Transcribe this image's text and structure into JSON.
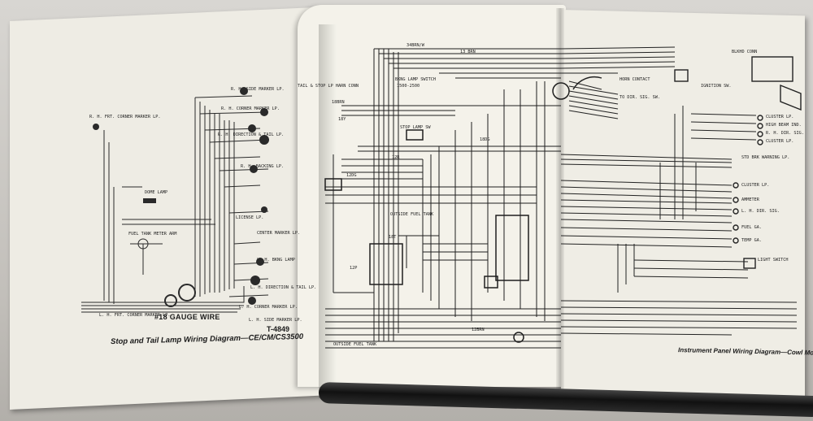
{
  "left_page": {
    "caption": "Stop and Tail Lamp Wiring Diagram—CE/CM/CS3500",
    "figure_number": "T-4849",
    "gauge_note": "#18 GAUGE WIRE",
    "labels": [
      "R. H. SIDE MARKER LP.",
      "R. H. FRT. CORNER MARKER LP.",
      "R. H. CORNER MARKER LP.",
      "R. H. DIRECTION & TAIL LP.",
      "DOME LAMP",
      "R. H. BACKING LP.",
      "FUEL TANK METER ARM",
      "LICENSE LP.",
      "CENTER MARKER LP.",
      "L. H. BKNG LAMP",
      "L. H. DIRECTION & TAIL LP.",
      "L. H. CORNER MARKER LP.",
      "L. H. FRT. CORNER MARKER LP.",
      "L. H. SIDE MARKER LP."
    ]
  },
  "middle_page": {
    "labels": [
      "TAIL & STOP LP HARN CONN",
      "BKNG LAMP SWITCH",
      "1500-2500",
      "STOP LAMP SW",
      "OUTSIDE FUEL TANK",
      "OUTSIDE FUEL TANK",
      "34BRN/W",
      "13 BRN",
      "18BRN",
      "18Y",
      "12R",
      "12DG",
      "18DG",
      "18T",
      "12P",
      "12BRN"
    ]
  },
  "right_page": {
    "caption": "Instrument Panel Wiring Diagram—Cowl Models",
    "labels": [
      "HORN CONTACT",
      "IGNITION SW.",
      "BLKHD CONN",
      "TO DIR. SIG. SW.",
      "CLUSTER LP.",
      "HIGH BEAM IND.",
      "R. H. DIR. SIG.",
      "CLUSTER LP.",
      "STD BRK WARNING LP.",
      "CLUSTER LP.",
      "AMMETER",
      "L. H. DIR. SIG.",
      "FUEL GA.",
      "TEMP GA.",
      "LIGHT SWITCH"
    ]
  }
}
